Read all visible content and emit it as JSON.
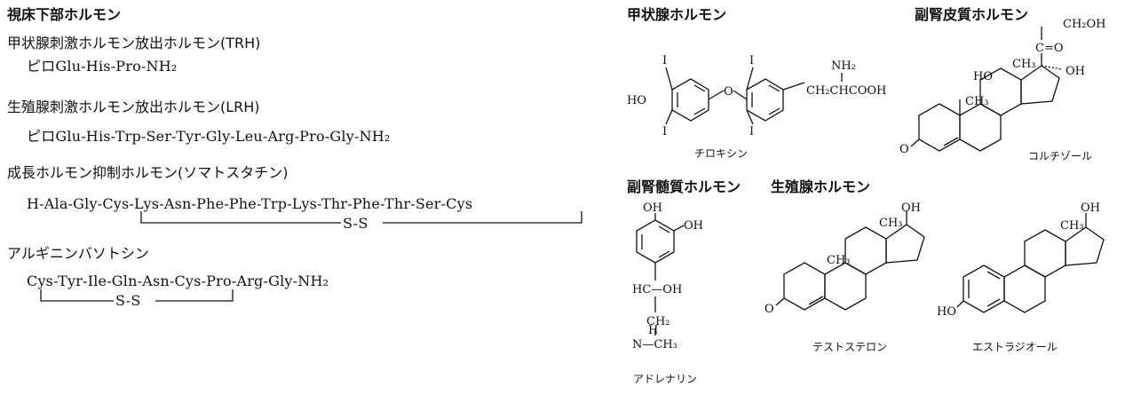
{
  "left": {
    "hypothalamus_title": "視床下部ホルモン",
    "trh": {
      "name": "甲状腺刺激ホルモン放出ホルモン(TRH)",
      "sequence": "ピロGlu-His-Pro-NH₂"
    },
    "lrh": {
      "name": "生殖腺刺激ホルモン放出ホルモン(LRH)",
      "sequence": "ピロGlu-His-Trp-Ser-Tyr-Gly-Leu-Arg-Pro-Gly-NH₂"
    },
    "somatostatin": {
      "name": "成長ホルモン抑制ホルモン(ソマトスタチン)",
      "sequence": "H-Ala-Gly-Cys-Lys-Asn-Phe-Phe-Trp-Lys-Thr-Phe-Thr-Ser-Cys",
      "bridge": "S-S"
    },
    "vasopressin": {
      "name": "アルギニンバソトシン",
      "sequence": "Cys-Tyr-Ile-Gln-Asn-Cys-Pro-Arg-Gly-NH₂",
      "bridge": "S-S"
    }
  },
  "right": {
    "thyroid": {
      "title": "甲状腺ホルモン",
      "compound": "チロキシン",
      "labels": {
        "i": "I",
        "ho": "HO",
        "o": "O",
        "nh2": "NH₂",
        "chain": "CH₂CHCOOH"
      }
    },
    "adrenal_cortex": {
      "title": "副腎皮質ホルモン",
      "compound": "コルチゾール",
      "labels": {
        "ch2oh": "CH₂OH",
        "co": "C=O",
        "oh": "OH",
        "ho": "HO",
        "ch3": "CH₃",
        "o": "O"
      }
    },
    "adrenal_medulla": {
      "title": "副腎髄質ホルモン",
      "compound": "アドレナリン",
      "labels": {
        "oh": "OH",
        "hc_oh": "HC—OH",
        "ch2": "CH₂",
        "n_ch3": "N—CH₃",
        "h": "H"
      }
    },
    "gonad": {
      "title": "生殖腺ホルモン",
      "testosterone": "テストステロン",
      "estradiol": "エストラジオール",
      "labels": {
        "ch3": "CH₃",
        "oh": "OH",
        "o": "O",
        "ho": "HO"
      }
    }
  }
}
